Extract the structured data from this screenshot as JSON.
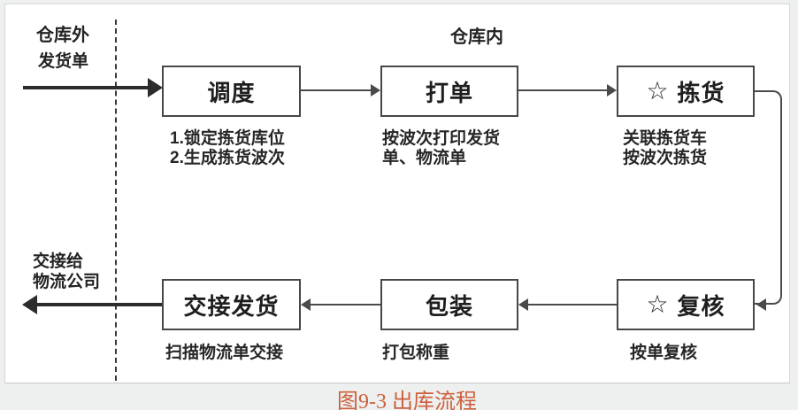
{
  "figure": {
    "zones": {
      "outside": "仓库外",
      "inside": "仓库内"
    },
    "input_label": "发货单",
    "handover_target": {
      "line1": "交接给",
      "line2": "物流公司"
    },
    "star": "☆",
    "boxes": {
      "dispatch": {
        "label": "调度",
        "note_line1": "1.锁定拣货库位",
        "note_line2": "2.生成拣货波次"
      },
      "print": {
        "label": "打单",
        "note_line1": "按波次打印发货",
        "note_line2": "单、物流单"
      },
      "pick": {
        "label": "拣货",
        "note_line1": "关联拣货车",
        "note_line2": "按波次拣货"
      },
      "review": {
        "label": "复核",
        "note_line1": "按单复核"
      },
      "pack": {
        "label": "包装",
        "note_line1": "打包称重"
      },
      "handover": {
        "label": "交接发货",
        "note_line1": "扫描物流单交接"
      }
    },
    "caption": "图9-3 出库流程",
    "colors": {
      "caption_text": "#cd5f3d",
      "flow_line": "#4a4a4a",
      "thick_arrow": "#2c2c2c",
      "box_border": "#474747",
      "text": "#262626",
      "page_background": "#eef0ef",
      "panel_background": "#ffffff"
    }
  }
}
